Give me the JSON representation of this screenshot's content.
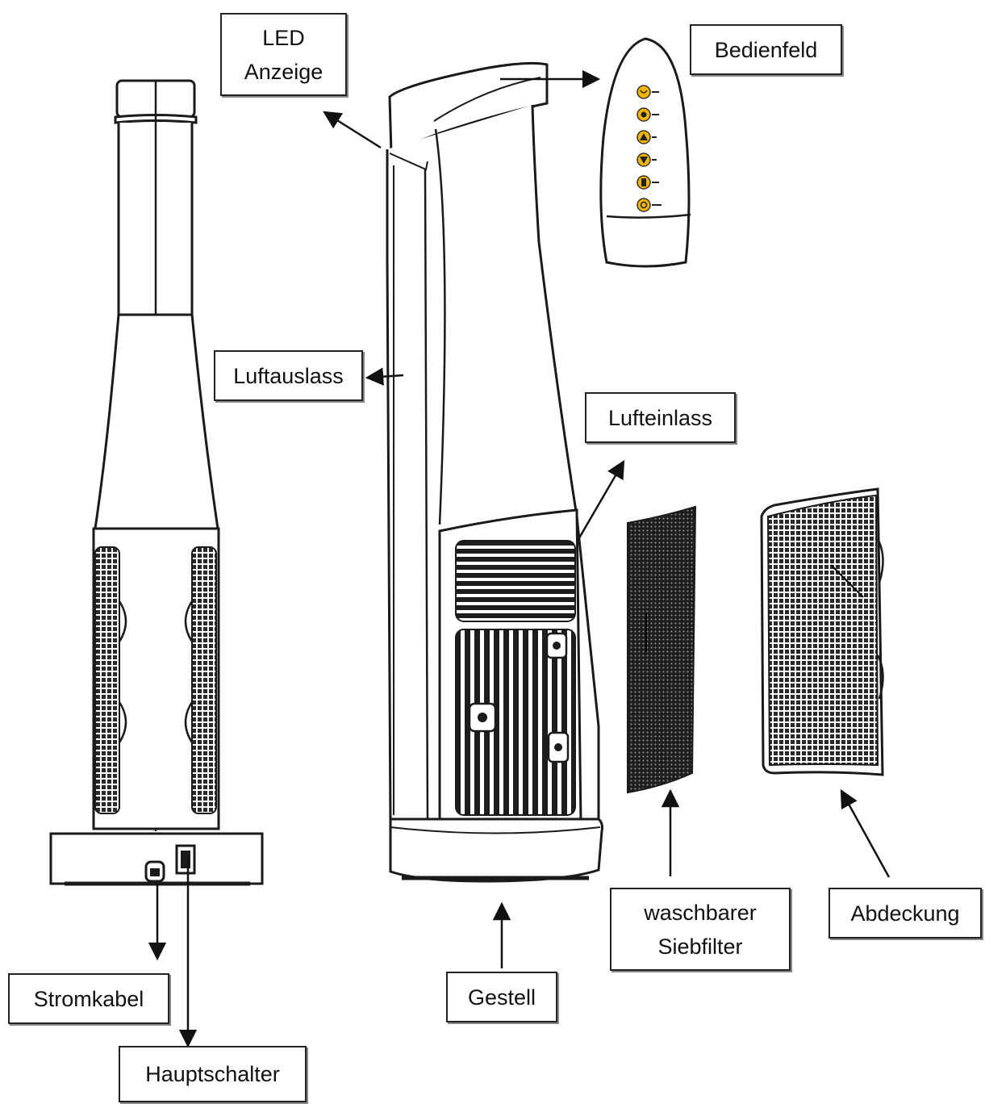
{
  "labels": {
    "led": [
      "LED",
      "Anzeige"
    ],
    "bedienfeld": "Bedienfeld",
    "luftauslass": "Luftauslass",
    "lufteinlass": "Lufteinlass",
    "filter": [
      "waschbarer",
      "Siebfilter"
    ],
    "abdeckung": "Abdeckung",
    "stromkabel": "Stromkabel",
    "hauptschalter": "Hauptschalter",
    "gestell": "Gestell"
  },
  "colors": {
    "line": "#1a1a1a",
    "mesh": "#2a2a2a",
    "button": "#f5b400"
  },
  "panel_buttons": [
    "moon-icon",
    "timer-icon",
    "up-icon",
    "down-icon",
    "mode-icon",
    "power-icon"
  ]
}
